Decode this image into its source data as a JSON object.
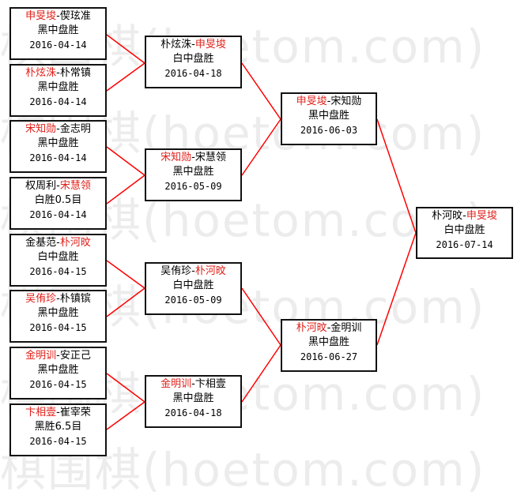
{
  "watermark": "棋围棋(hoetom.com)",
  "line_color": "#ff0000",
  "winner_color": "#e0201a",
  "matches": [
    {
      "id": "r1-1",
      "p1": "申旻埈",
      "p2": "偰玹准",
      "winner": 1,
      "result": "黑中盘胜",
      "date": "2016-04-14"
    },
    {
      "id": "r1-2",
      "p1": "朴炫洙",
      "p2": "朴常镇",
      "winner": 1,
      "result": "黑中盘胜",
      "date": "2016-04-14"
    },
    {
      "id": "r1-3",
      "p1": "宋知勋",
      "p2": "金志明",
      "winner": 1,
      "result": "黑中盘胜",
      "date": "2016-04-14"
    },
    {
      "id": "r1-4",
      "p1": "权周利",
      "p2": "宋慧领",
      "winner": 2,
      "result": "白胜0.5目",
      "date": "2016-04-14"
    },
    {
      "id": "r1-5",
      "p1": "金基范",
      "p2": "朴河旼",
      "winner": 2,
      "result": "白中盘胜",
      "date": "2016-04-15"
    },
    {
      "id": "r1-6",
      "p1": "吴侑珍",
      "p2": "朴镇镔",
      "winner": 1,
      "result": "黑中盘胜",
      "date": "2016-04-15"
    },
    {
      "id": "r1-7",
      "p1": "金明训",
      "p2": "安正己",
      "winner": 1,
      "result": "黑中盘胜",
      "date": "2016-04-15"
    },
    {
      "id": "r1-8",
      "p1": "卞相壹",
      "p2": "崔宰荣",
      "winner": 1,
      "result": "黑胜6.5目",
      "date": "2016-04-15"
    },
    {
      "id": "r2-1",
      "p1": "朴炫洙",
      "p2": "申旻埈",
      "winner": 2,
      "result": "白中盘胜",
      "date": "2016-04-18"
    },
    {
      "id": "r2-2",
      "p1": "宋知勋",
      "p2": "宋慧领",
      "winner": 1,
      "result": "黑中盘胜",
      "date": "2016-05-09"
    },
    {
      "id": "r2-3",
      "p1": "吴侑珍",
      "p2": "朴河旼",
      "winner": 2,
      "result": "白中盘胜",
      "date": "2016-05-09"
    },
    {
      "id": "r2-4",
      "p1": "金明训",
      "p2": "卞相壹",
      "winner": 1,
      "result": "黑中盘胜",
      "date": "2016-04-18"
    },
    {
      "id": "r3-1",
      "p1": "申旻埈",
      "p2": "宋知勋",
      "winner": 1,
      "result": "黑中盘胜",
      "date": "2016-06-03"
    },
    {
      "id": "r3-2",
      "p1": "朴河旼",
      "p2": "金明训",
      "winner": 1,
      "result": "黑中盘胜",
      "date": "2016-06-27"
    },
    {
      "id": "final",
      "p1": "朴河旼",
      "p2": "申旻埈",
      "winner": 2,
      "result": "白中盘胜",
      "date": "2016-07-14"
    }
  ]
}
